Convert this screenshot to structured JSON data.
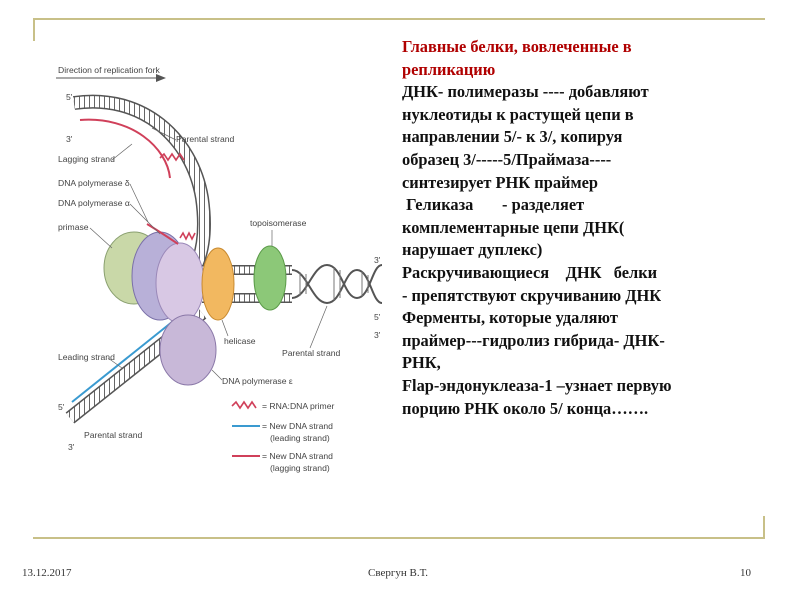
{
  "slide": {
    "title_lines": [
      "Главные белки, вовлеченные  в",
      "репликацию"
    ],
    "body_lines": [
      "ДНК- полимеразы   ----  добавляют",
      "нуклеотиды  к растущей цепи в",
      "направлении  5/- к 3/, копируя",
      "образец 3/-----5/Праймаза----",
      "синтезирует  РНК праймер",
      " Геликаза       - разделяет",
      "комплементарные  цепи ДНК(",
      "нарушает дуплекс)",
      "Раскручивающиеся    ДНК   белки",
      "- препятствуют скручиванию ДНК",
      "Ферменты,  которые удаляют",
      "праймер---гидролиз  гибрида- ДНК-",
      "РНК,",
      "Flap-эндонуклеаза-1 –узнает первую",
      "порцию  РНК около 5/  конца……."
    ]
  },
  "diagram": {
    "direction_label": "Direction of replication fork",
    "prime_labels": [
      "5'",
      "3'",
      "3'",
      "5'",
      "3'",
      "5'",
      "3'"
    ],
    "labels": {
      "lagging_strand": "Lagging strand",
      "parental_strand_top": "Parental strand",
      "dna_pol_delta": "DNA polymerase δ",
      "dna_pol_alpha": "DNA polymerase α",
      "primase": "primase",
      "topoisomerase": "topoisomerase",
      "helicase": "helicase",
      "parental_strand_right": "Parental strand",
      "leading_strand": "Leading strand",
      "dna_pol_epsilon": "DNA polymerase ε",
      "parental_strand_bottom": "Parental strand"
    },
    "legend": [
      {
        "text_lines": [
          "= RNA:DNA primer"
        ],
        "color": "#d0405a"
      },
      {
        "text_lines": [
          "= New DNA strand",
          "(leading strand)"
        ],
        "color": "#3a9ad0"
      },
      {
        "text_lines": [
          "= New DNA strand",
          "(lagging strand)"
        ],
        "color": "#d0405a"
      }
    ],
    "colors": {
      "pol_delta": "#c9d8a8",
      "pol_alpha": "#b8b0d8",
      "pol_epsilon": "#c8b8d8",
      "helicase": "#f2b860",
      "topoisomerase": "#8cc878",
      "primer": "#d0405a",
      "leading": "#3a9ad0"
    }
  },
  "footer": {
    "date": "13.12.2017",
    "author": "Свергун В.Т.",
    "page": "10"
  }
}
